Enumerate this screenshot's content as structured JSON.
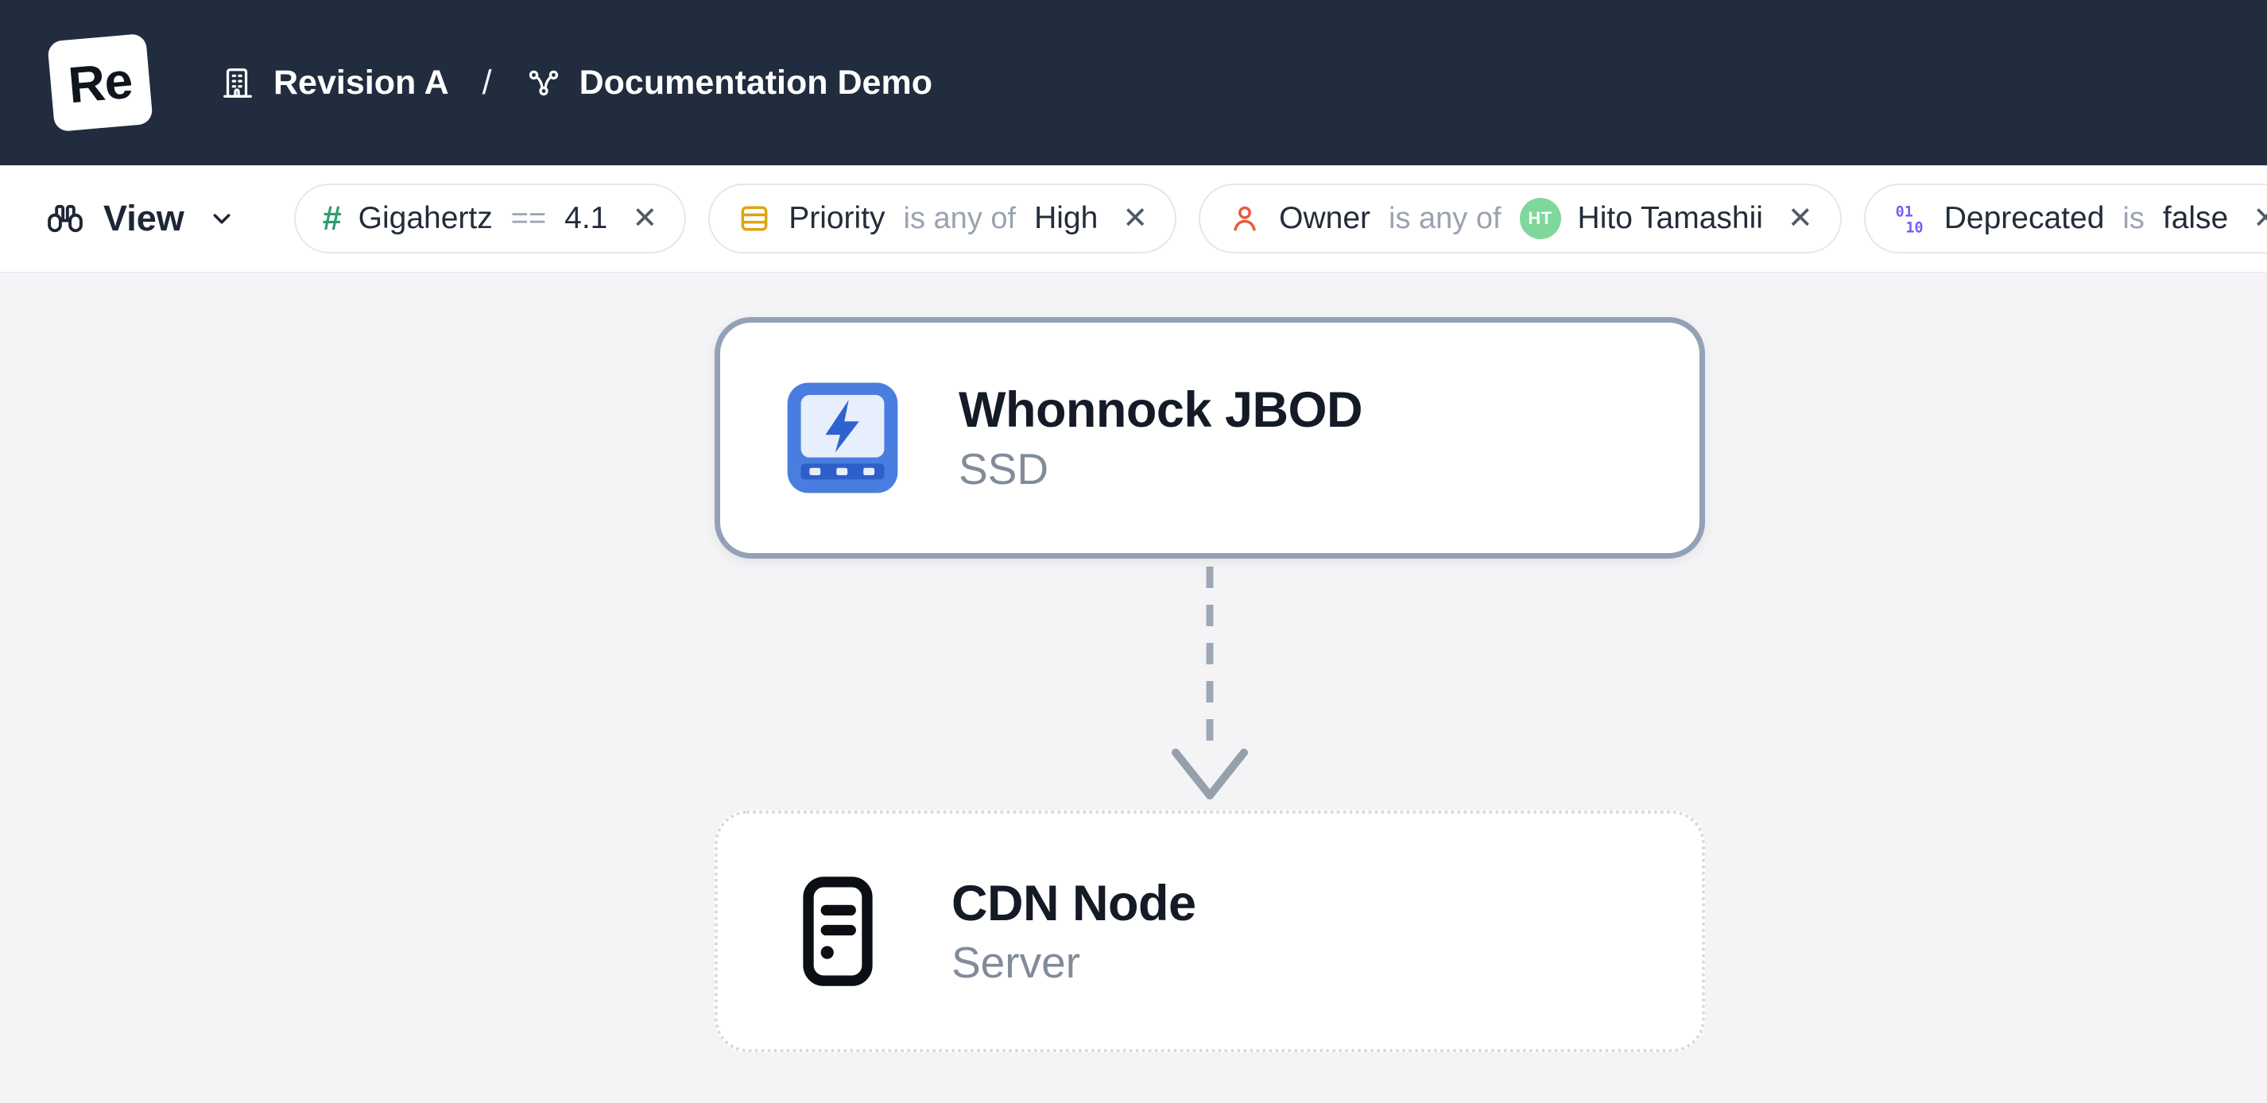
{
  "topbar": {
    "logo_text": "Re",
    "breadcrumb": {
      "project": "Revision A",
      "separator": "/",
      "page": "Documentation Demo"
    }
  },
  "filter_bar": {
    "view_label": "View",
    "remove_glyph": "✕",
    "chips": [
      {
        "icon": "hash-icon",
        "icon_glyph": "#",
        "field": "Gigahertz",
        "operator": "==",
        "value": "4.1"
      },
      {
        "icon": "rows-icon",
        "field": "Priority",
        "operator": "is any of",
        "value": "High"
      },
      {
        "icon": "person-icon",
        "field": "Owner",
        "operator": "is any of",
        "avatar_initials": "HT",
        "value": "Hito Tamashii"
      },
      {
        "icon": "binary-icon",
        "icon_digits_top": "01",
        "icon_digits_bottom": "10",
        "field": "Deprecated",
        "operator": "is",
        "value": "false"
      }
    ]
  },
  "canvas": {
    "nodes": [
      {
        "title": "Whonnock JBOD",
        "subtitle": "SSD",
        "icon": "ssd-drive-icon",
        "state": "selected-solid-border"
      },
      {
        "title": "CDN Node",
        "subtitle": "Server",
        "icon": "server-icon",
        "state": "dotted-border"
      }
    ],
    "edge": {
      "from": "Whonnock JBOD",
      "to": "CDN Node",
      "style": "dashed-arrow-down"
    }
  },
  "colors": {
    "topbar_bg": "#212c3e",
    "canvas_bg": "#f4f4f6",
    "chip_border": "#e5e7ea",
    "hash_green": "#2f9e6e",
    "priority_amber": "#dfa40f",
    "owner_red": "#e8583f",
    "avatar_green": "#7fd79c",
    "binary_purple": "#7a5af5",
    "node_selected_border": "#93a1b6",
    "edge_gray": "#9ea8b4",
    "ssd_blue": "#4a7de0"
  }
}
